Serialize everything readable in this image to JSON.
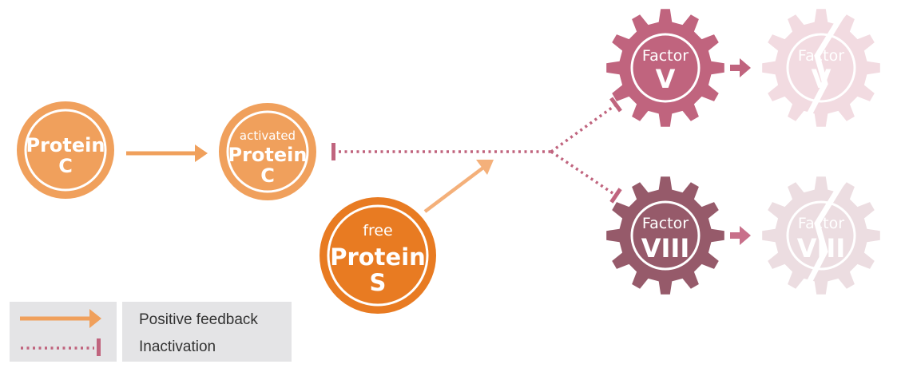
{
  "colors": {
    "orange_light": "#f0a05c",
    "orange_dark": "#e87b22",
    "pink": "#c0647e",
    "plum": "#965a6a",
    "faded_pink": "#f2dbe1",
    "faded_plum": "#ecdde1",
    "legend_bg": "#e4e4e6"
  },
  "nodes": {
    "protein_c": {
      "line1": "Protein",
      "line2": "C"
    },
    "activated_protein_c": {
      "small": "activated",
      "line1": "Protein",
      "line2": "C"
    },
    "free_protein_s": {
      "small": "free",
      "line1": "Protein",
      "line2": "S"
    },
    "factor_v": {
      "small": "Factor",
      "big": "V"
    },
    "factor_v_inactive": {
      "small": "Factor",
      "big": "V"
    },
    "factor_viii": {
      "small": "Factor",
      "big": "VIII"
    },
    "factor_viii_inactive": {
      "small": "Factor",
      "big": "VIII"
    }
  },
  "legend": {
    "positive": "Positive feedback",
    "inactivation": "Inactivation"
  }
}
